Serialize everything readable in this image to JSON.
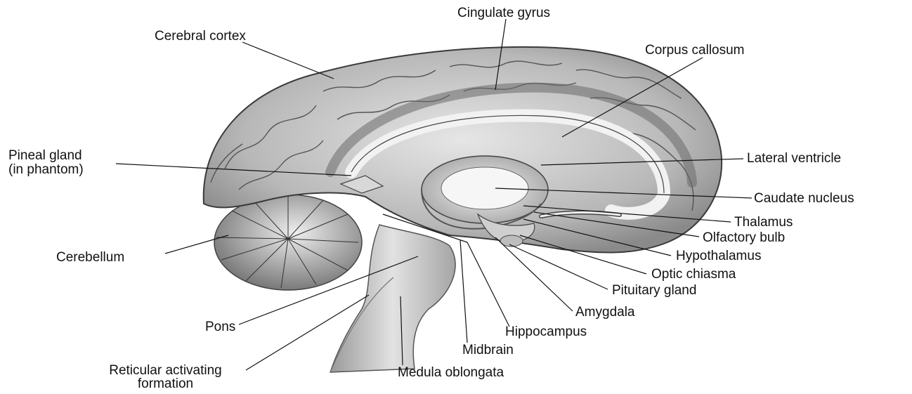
{
  "diagram": {
    "labels": {
      "cingulate_gyrus": "Cingulate gyrus",
      "cerebral_cortex": "Cerebral cortex",
      "corpus_callosum": "Corpus callosum",
      "pineal_gland_line1": "Pineal gland",
      "pineal_gland_line2": "(in phantom)",
      "lateral_ventricle": "Lateral ventricle",
      "caudate_nucleus": "Caudate nucleus",
      "thalamus": "Thalamus",
      "olfactory_bulb": "Olfactory bulb",
      "hypothalamus": "Hypothalamus",
      "optic_chiasma": "Optic chiasma",
      "pituitary_gland": "Pituitary gland",
      "amygdala": "Amygdala",
      "hippocampus": "Hippocampus",
      "midbrain": "Midbrain",
      "medula_oblongata": "Medula oblongata",
      "pons": "Pons",
      "cerebellum": "Cerebellum",
      "reticular_line1": "Reticular activating",
      "reticular_line2": "formation"
    }
  }
}
